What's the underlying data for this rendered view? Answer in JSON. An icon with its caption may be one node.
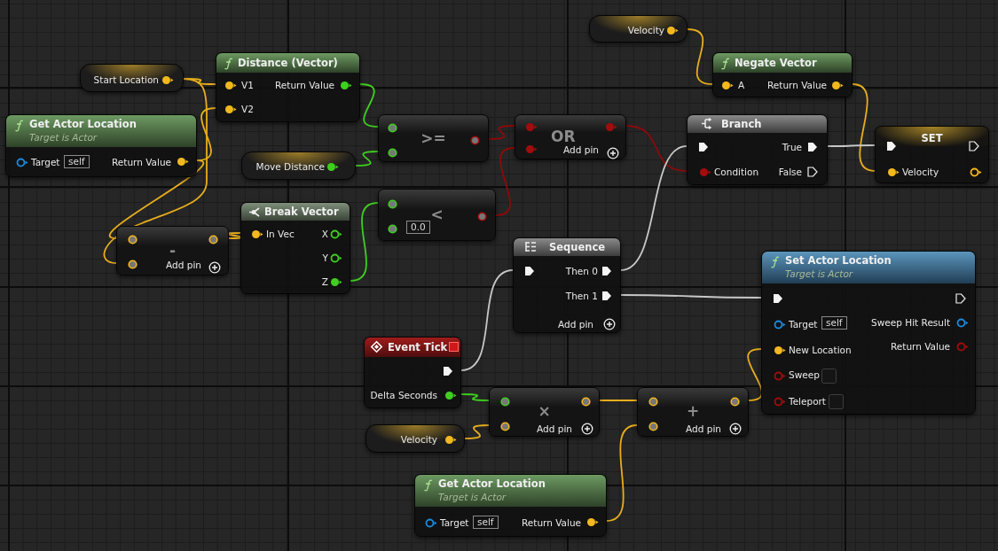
{
  "diagram": {
    "nodes": [
      {
        "text": [
          "Velocity"
        ]
      },
      {
        "text": [
          "Distance (Vector)",
          "V1",
          "V2",
          "Return Value"
        ]
      },
      {
        "text": [
          "Negate Vector",
          "A",
          "Return Value"
        ]
      },
      {
        "text": [
          "Start Location"
        ]
      },
      {
        "text": [
          "Get Actor Location",
          "Target is Actor",
          "Target",
          "self",
          "Return Value"
        ]
      },
      {
        "text": [
          ">="
        ]
      },
      {
        "text": [
          "OR",
          "Add pin"
        ]
      },
      {
        "text": [
          "Branch",
          "True",
          "Condition",
          "False"
        ]
      },
      {
        "text": [
          "SET",
          "Velocity"
        ]
      },
      {
        "text": [
          "Move Distance"
        ]
      },
      {
        "text": [
          "<",
          "0.0"
        ]
      },
      {
        "text": [
          "Break Vector",
          "In Vec",
          "X",
          "Y",
          "Z"
        ]
      },
      {
        "text": [
          "-",
          "Add pin"
        ]
      },
      {
        "text": [
          "Sequence",
          "Then 0",
          "Then 1",
          "Add pin"
        ]
      },
      {
        "text": [
          "Set Actor Location",
          "Target is Actor",
          "Target",
          "self",
          "Sweep Hit Result",
          "Return Value",
          "New Location",
          "Sweep",
          "Teleport"
        ]
      },
      {
        "text": [
          "Event Tick",
          "Delta Seconds"
        ]
      },
      {
        "text": [
          "×",
          "Add pin"
        ]
      },
      {
        "text": [
          "+",
          "Add pin"
        ]
      },
      {
        "text": [
          "Velocity"
        ]
      },
      {
        "text": [
          "Get Actor Location",
          "Target is Actor",
          "Target",
          "self",
          "Return Value"
        ]
      }
    ],
    "edges": [
      {
        "from": 3,
        "to": 1,
        "arrow": "none"
      },
      {
        "from": 3,
        "to": 12,
        "arrow": "none"
      },
      {
        "from": 4,
        "to": 1,
        "arrow": "none"
      },
      {
        "from": 4,
        "to": 12,
        "arrow": "none"
      },
      {
        "from": 1,
        "to": 5,
        "arrow": "none",
        "color": "#3fcf1f"
      },
      {
        "from": 9,
        "to": 5,
        "arrow": "none",
        "color": "#3fcf1f"
      },
      {
        "from": 12,
        "to": 11,
        "arrow": "none"
      },
      {
        "from": 11,
        "to": 10,
        "arrow": "none",
        "color": "#3fcf1f"
      },
      {
        "from": 5,
        "to": 6,
        "arrow": "none",
        "color": "#8c0a0a"
      },
      {
        "from": 10,
        "to": 6,
        "arrow": "none",
        "color": "#8c0a0a"
      },
      {
        "from": 6,
        "to": 7,
        "arrow": "none",
        "color": "#8c0a0a"
      },
      {
        "from": 0,
        "to": 2,
        "arrow": "none"
      },
      {
        "from": 2,
        "to": 8,
        "arrow": "none"
      },
      {
        "from": 7,
        "to": 8,
        "arrow": "none",
        "color": "#c8c8c8"
      },
      {
        "from": 13,
        "to": 7,
        "arrow": "none",
        "color": "#c8c8c8"
      },
      {
        "from": 13,
        "to": 14,
        "arrow": "none",
        "color": "#c8c8c8"
      },
      {
        "from": 15,
        "to": 13,
        "arrow": "none",
        "color": "#c8c8c8"
      },
      {
        "from": 15,
        "to": 16,
        "arrow": "none",
        "color": "#3fcf1f"
      },
      {
        "from": 18,
        "to": 16,
        "arrow": "none"
      },
      {
        "from": 16,
        "to": 17,
        "arrow": "none"
      },
      {
        "from": 19,
        "to": 17,
        "arrow": "none"
      },
      {
        "from": 17,
        "to": 14,
        "arrow": "none"
      }
    ]
  }
}
